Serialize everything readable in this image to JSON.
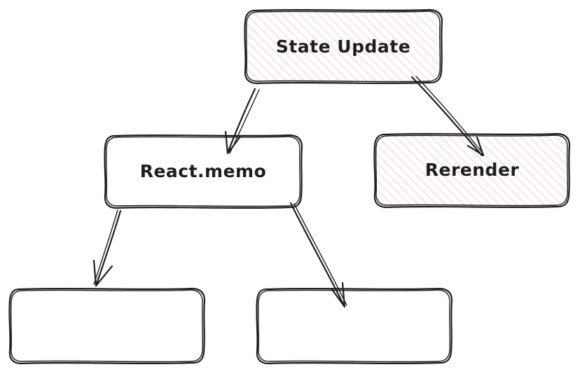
{
  "colors": {
    "stroke": "#1e1e1e",
    "hatch": "#f2a3ad",
    "background": "#ffffff"
  },
  "nodes": {
    "state_update": {
      "label": "State Update",
      "fill": "hatch"
    },
    "react_memo": {
      "label": "React.memo",
      "fill": "none"
    },
    "rerender": {
      "label": "Rerender",
      "fill": "hatch"
    },
    "child_left": {
      "label": "",
      "fill": "none"
    },
    "child_right": {
      "label": "",
      "fill": "none"
    }
  },
  "edges": [
    {
      "from": "state_update",
      "to": "react_memo"
    },
    {
      "from": "state_update",
      "to": "rerender"
    },
    {
      "from": "react_memo",
      "to": "child_left"
    },
    {
      "from": "react_memo",
      "to": "child_right"
    }
  ]
}
